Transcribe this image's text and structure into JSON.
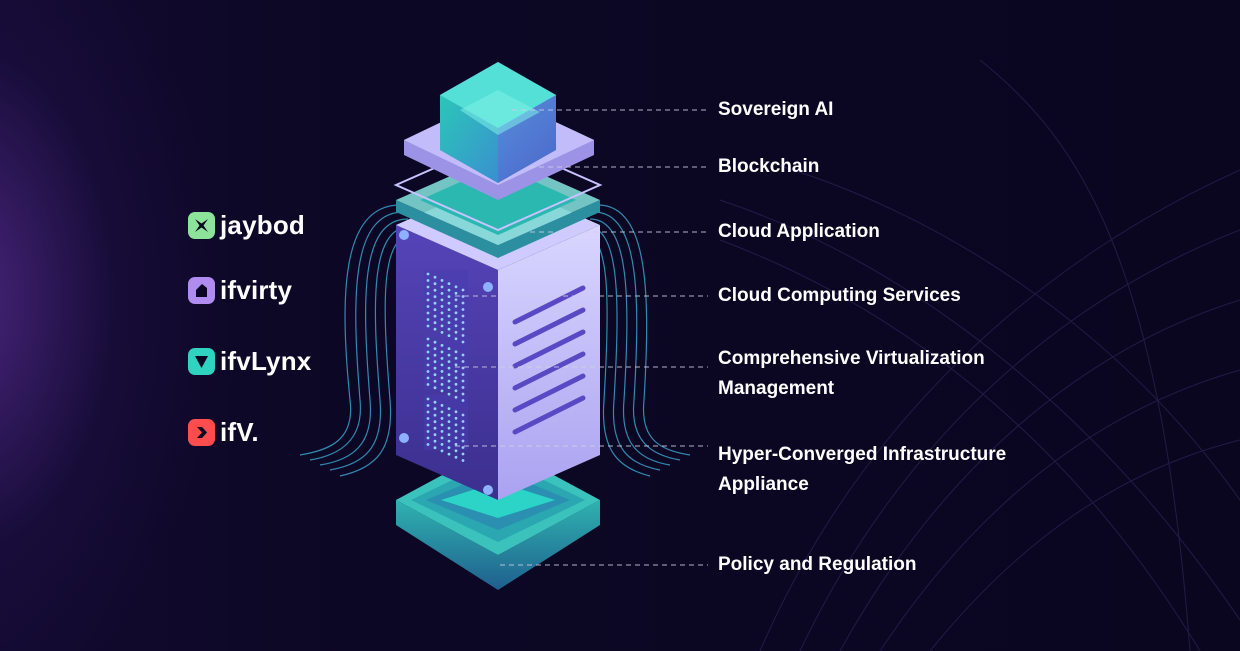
{
  "brands": [
    {
      "name": "jaybod",
      "icon": "x-star-icon",
      "color": "#8ee39b"
    },
    {
      "name": "ifvirty",
      "icon": "house-icon",
      "color": "#b08bf0"
    },
    {
      "name": "ifvLynx",
      "icon": "y-arrow-icon",
      "color": "#2fd3c0"
    },
    {
      "name": "ifV.",
      "icon": "chevron-right-icon",
      "color": "#ff4d4d"
    }
  ],
  "labels": [
    "Sovereign AI",
    "Blockchain",
    "Cloud Application",
    "Cloud Computing Services",
    "Comprehensive Virtualization Management",
    "Hyper-Converged Infrastructure Appliance",
    "Policy and Regulation"
  ],
  "colors": {
    "background": "#0b0621",
    "teal": "#2fc7c0",
    "lavender": "#b9b2f2",
    "purple": "#5645b3"
  }
}
